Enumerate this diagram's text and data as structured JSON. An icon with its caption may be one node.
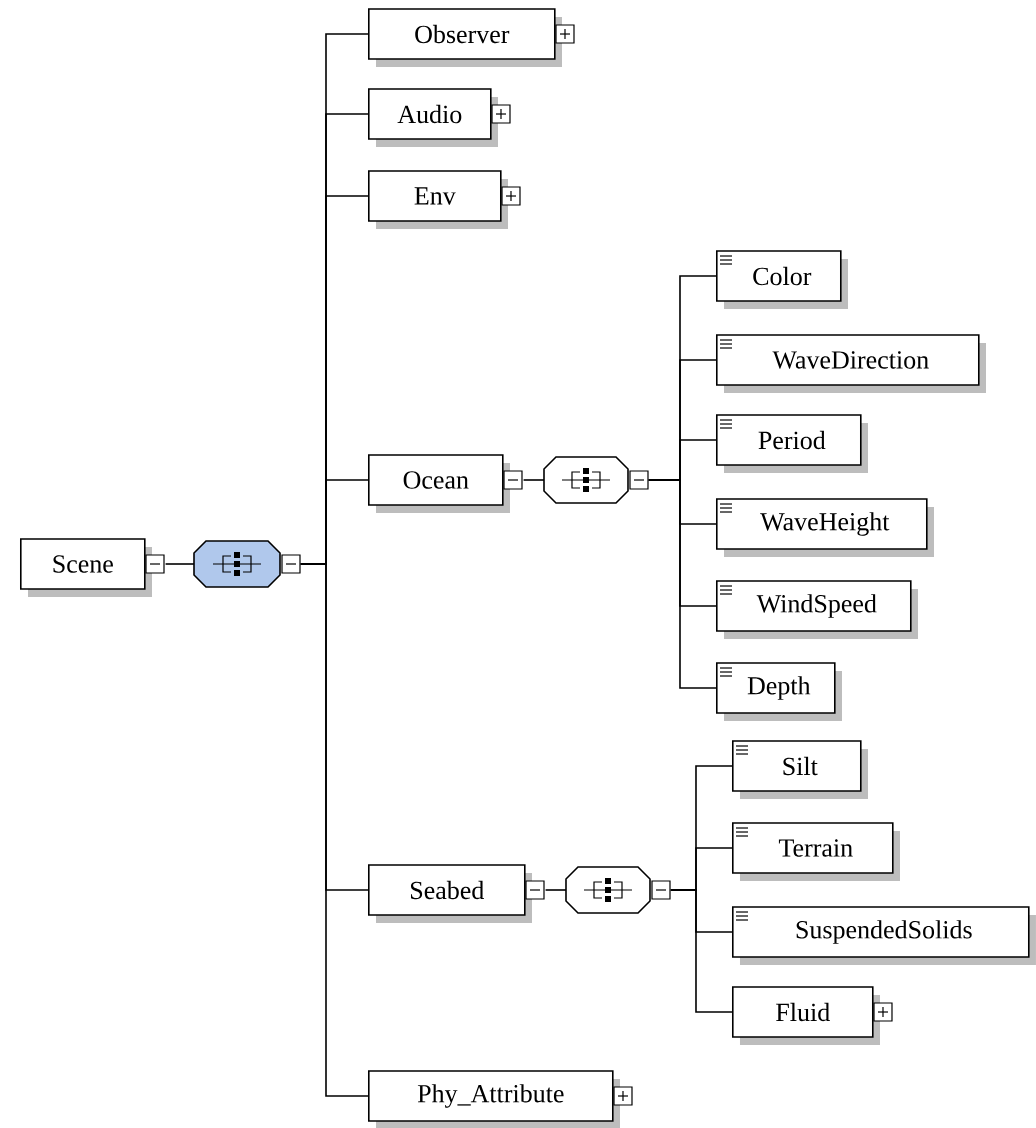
{
  "diagram": {
    "nodes": [
      {
        "text": [
          "Scene"
        ]
      },
      {
        "text": [],
        "shape": "octagon"
      },
      {
        "text": [
          "Observer"
        ]
      },
      {
        "text": [
          "Audio"
        ]
      },
      {
        "text": [
          "Env"
        ]
      },
      {
        "text": [
          "Ocean"
        ]
      },
      {
        "text": [],
        "shape": "octagon"
      },
      {
        "text": [
          "Color"
        ]
      },
      {
        "text": [
          "WaveDirection"
        ]
      },
      {
        "text": [
          "Period"
        ]
      },
      {
        "text": [
          "WaveHeight"
        ]
      },
      {
        "text": [
          "WindSpeed"
        ]
      },
      {
        "text": [
          "Depth"
        ]
      },
      {
        "text": [
          "Seabed"
        ]
      },
      {
        "text": [],
        "shape": "octagon"
      },
      {
        "text": [
          "Silt"
        ]
      },
      {
        "text": [
          "Terrain"
        ]
      },
      {
        "text": [
          "SuspendedSolids"
        ]
      },
      {
        "text": [
          "Fluid"
        ]
      },
      {
        "text": [
          "Phy_Attribute"
        ]
      }
    ],
    "edges": [
      {
        "from": 0,
        "to": 1,
        "arrow": "none"
      },
      {
        "from": 1,
        "to": 2,
        "arrow": "none"
      },
      {
        "from": 1,
        "to": 3,
        "arrow": "none"
      },
      {
        "from": 1,
        "to": 4,
        "arrow": "none"
      },
      {
        "from": 1,
        "to": 5,
        "arrow": "none"
      },
      {
        "from": 1,
        "to": 13,
        "arrow": "none"
      },
      {
        "from": 1,
        "to": 19,
        "arrow": "none"
      },
      {
        "from": 5,
        "to": 6,
        "arrow": "none"
      },
      {
        "from": 6,
        "to": 7,
        "arrow": "none"
      },
      {
        "from": 6,
        "to": 8,
        "arrow": "none"
      },
      {
        "from": 6,
        "to": 9,
        "arrow": "none"
      },
      {
        "from": 6,
        "to": 10,
        "arrow": "none"
      },
      {
        "from": 6,
        "to": 11,
        "arrow": "none"
      },
      {
        "from": 6,
        "to": 12,
        "arrow": "none"
      },
      {
        "from": 13,
        "to": 14,
        "arrow": "none"
      },
      {
        "from": 14,
        "to": 15,
        "arrow": "none"
      },
      {
        "from": 14,
        "to": 16,
        "arrow": "none"
      },
      {
        "from": 14,
        "to": 17,
        "arrow": "none"
      },
      {
        "from": 14,
        "to": 18,
        "arrow": "none"
      }
    ]
  }
}
